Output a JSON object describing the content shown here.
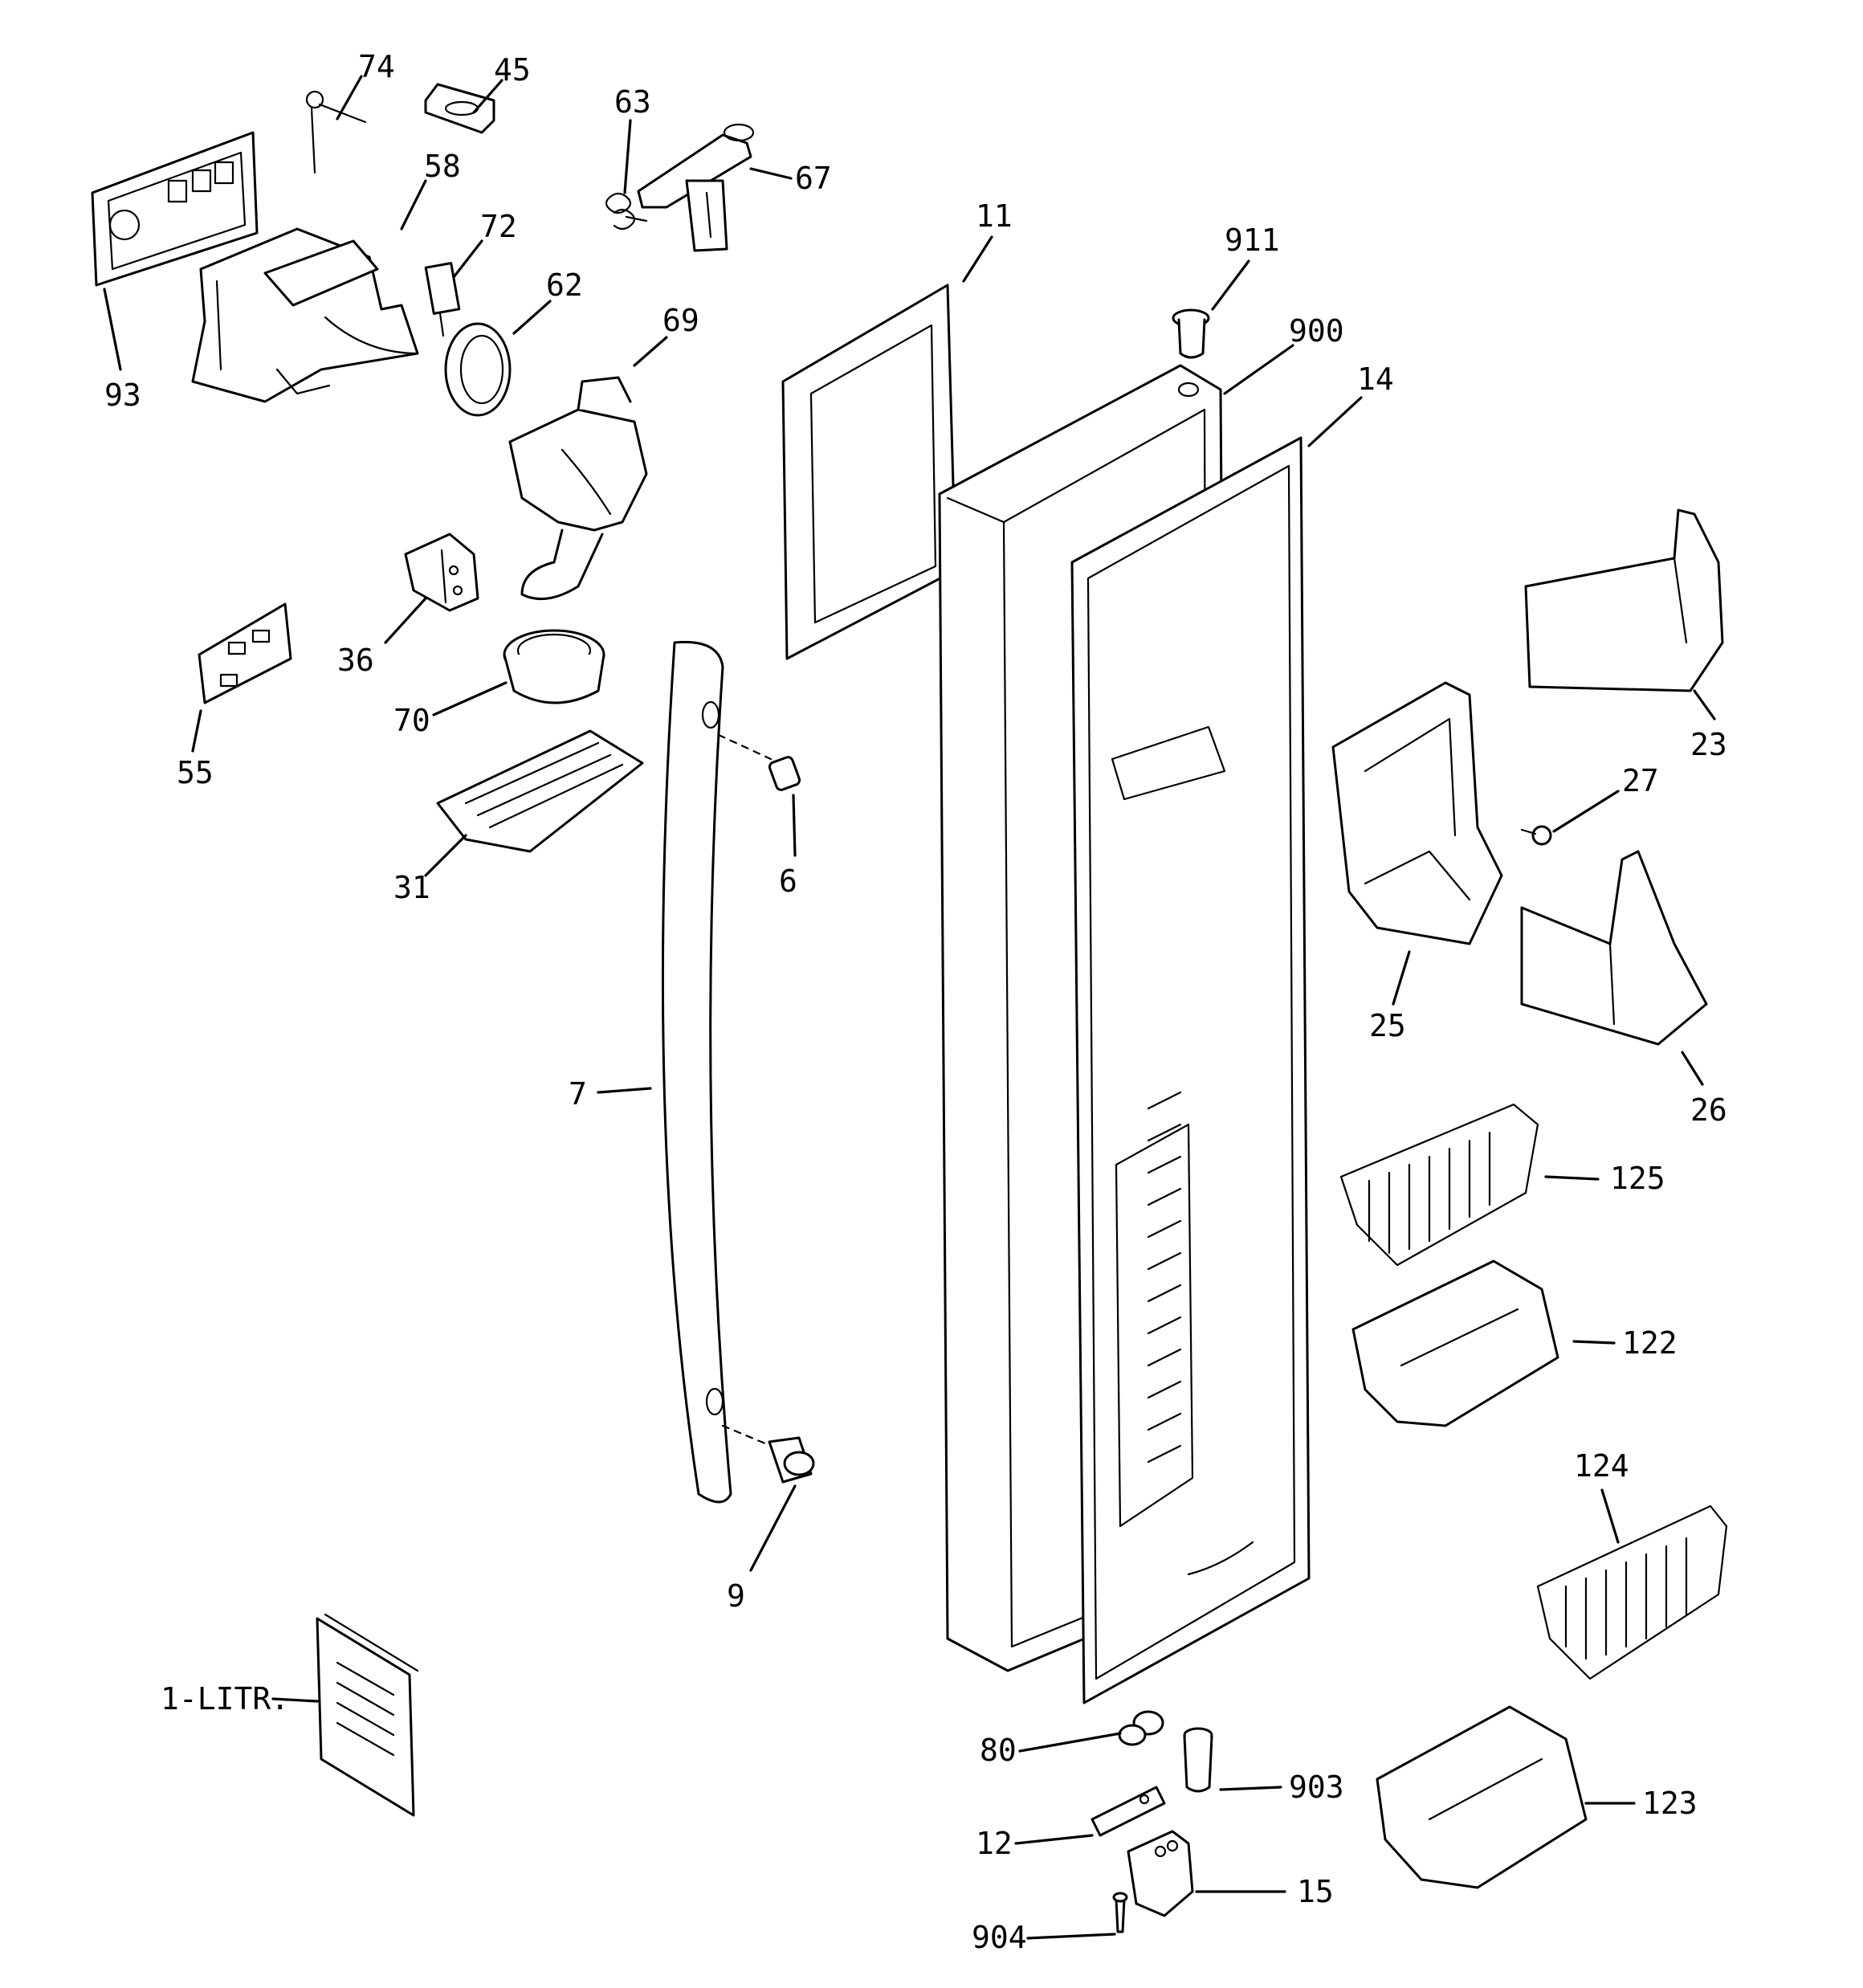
{
  "diagram": {
    "callouts": [
      {
        "id": "74",
        "label": "74"
      },
      {
        "id": "45",
        "label": "45"
      },
      {
        "id": "63",
        "label": "63"
      },
      {
        "id": "67",
        "label": "67"
      },
      {
        "id": "58",
        "label": "58"
      },
      {
        "id": "72",
        "label": "72"
      },
      {
        "id": "93",
        "label": "93"
      },
      {
        "id": "62",
        "label": "62"
      },
      {
        "id": "69",
        "label": "69"
      },
      {
        "id": "11",
        "label": "11"
      },
      {
        "id": "911",
        "label": "911"
      },
      {
        "id": "900",
        "label": "900"
      },
      {
        "id": "14",
        "label": "14"
      },
      {
        "id": "36",
        "label": "36"
      },
      {
        "id": "23",
        "label": "23"
      },
      {
        "id": "70",
        "label": "70"
      },
      {
        "id": "55",
        "label": "55"
      },
      {
        "id": "27",
        "label": "27"
      },
      {
        "id": "31",
        "label": "31"
      },
      {
        "id": "6",
        "label": "6"
      },
      {
        "id": "25",
        "label": "25"
      },
      {
        "id": "7",
        "label": "7"
      },
      {
        "id": "26",
        "label": "26"
      },
      {
        "id": "125",
        "label": "125"
      },
      {
        "id": "122",
        "label": "122"
      },
      {
        "id": "124",
        "label": "124"
      },
      {
        "id": "9",
        "label": "9"
      },
      {
        "id": "1-LITR",
        "label": "1-LITR."
      },
      {
        "id": "80",
        "label": "80"
      },
      {
        "id": "903",
        "label": "903"
      },
      {
        "id": "123",
        "label": "123"
      },
      {
        "id": "12",
        "label": "12"
      },
      {
        "id": "15",
        "label": "15"
      },
      {
        "id": "904",
        "label": "904"
      }
    ]
  }
}
